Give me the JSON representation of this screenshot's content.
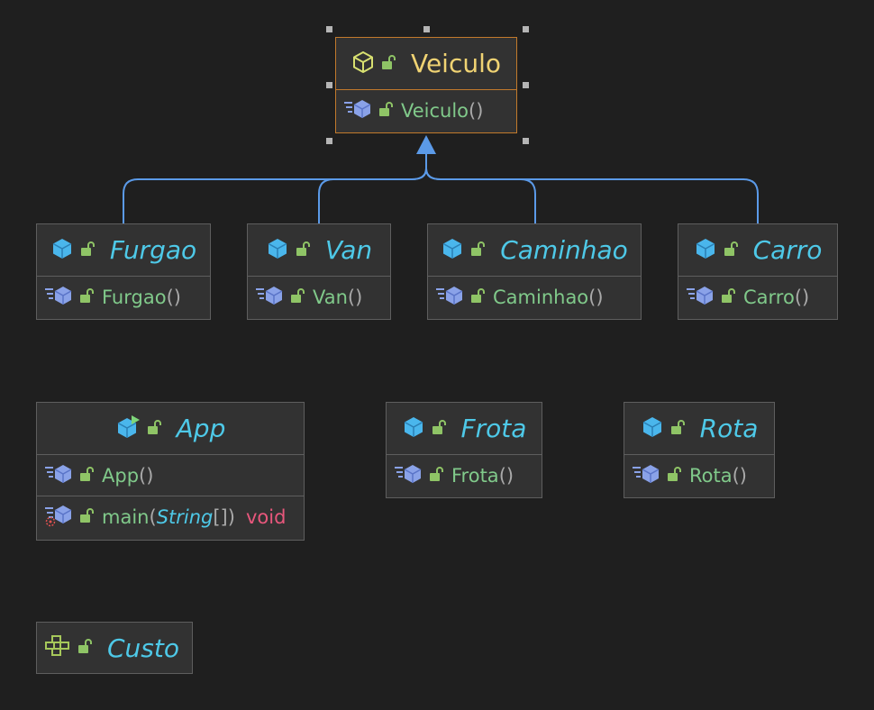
{
  "diagram": {
    "nodes": [
      {
        "id": "veiculo",
        "name": "Veiculo",
        "kind": "class",
        "abstract": false,
        "selected": true,
        "members": [
          {
            "name": "Veiculo",
            "params": "",
            "kind": "constructor"
          }
        ]
      },
      {
        "id": "furgao",
        "name": "Furgao",
        "kind": "class",
        "abstract": true,
        "members": [
          {
            "name": "Furgao",
            "params": "",
            "kind": "constructor"
          }
        ]
      },
      {
        "id": "van",
        "name": "Van",
        "kind": "class",
        "abstract": true,
        "members": [
          {
            "name": "Van",
            "params": "",
            "kind": "constructor"
          }
        ]
      },
      {
        "id": "caminhao",
        "name": "Caminhao",
        "kind": "class",
        "abstract": true,
        "members": [
          {
            "name": "Caminhao",
            "params": "",
            "kind": "constructor"
          }
        ]
      },
      {
        "id": "carro",
        "name": "Carro",
        "kind": "class",
        "abstract": true,
        "members": [
          {
            "name": "Carro",
            "params": "",
            "kind": "constructor"
          }
        ]
      },
      {
        "id": "app",
        "name": "App",
        "kind": "runnable-class",
        "abstract": true,
        "members": [
          {
            "name": "App",
            "params": "",
            "kind": "constructor"
          },
          {
            "name": "main",
            "params": "String",
            "params_suffix": "[]",
            "return_type": "void",
            "kind": "static-method"
          }
        ]
      },
      {
        "id": "frota",
        "name": "Frota",
        "kind": "class",
        "abstract": true,
        "members": [
          {
            "name": "Frota",
            "params": "",
            "kind": "constructor"
          }
        ]
      },
      {
        "id": "rota",
        "name": "Rota",
        "kind": "class",
        "abstract": true,
        "members": [
          {
            "name": "Rota",
            "params": "",
            "kind": "constructor"
          }
        ]
      },
      {
        "id": "custo",
        "name": "Custo",
        "kind": "record",
        "abstract": true,
        "members": []
      }
    ],
    "edges": [
      {
        "from": "furgao",
        "to": "veiculo",
        "type": "inheritance"
      },
      {
        "from": "van",
        "to": "veiculo",
        "type": "inheritance"
      },
      {
        "from": "caminhao",
        "to": "veiculo",
        "type": "inheritance"
      },
      {
        "from": "carro",
        "to": "veiculo",
        "type": "inheritance"
      }
    ],
    "colors": {
      "background": "#1f1f1f",
      "node_fill": "#323232",
      "node_border": "#5e5e5e",
      "selected_border": "#c27a2c",
      "edge": "#5b9ae8",
      "class_name": "#4ec9e8",
      "selected_class_name": "#f0d373",
      "member_name": "#80c98a",
      "return_type": "#e8577c"
    }
  }
}
